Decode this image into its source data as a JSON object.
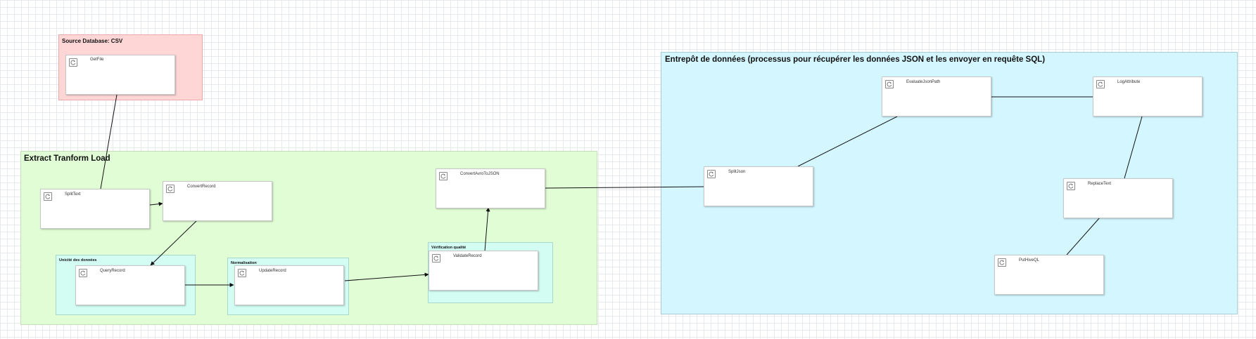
{
  "groups": {
    "source": {
      "label": "Source Database: CSV",
      "color": "#ffd6d6"
    },
    "etl": {
      "label": "Extract Tranform Load",
      "color": "#e1fdd5"
    },
    "unicite": {
      "label": "Unicité des données",
      "color": "#d3fdf3"
    },
    "normalisation": {
      "label": "Normalisation",
      "color": "#d3fdf3"
    },
    "verification": {
      "label": "Vérification qualité",
      "color": "#d3fdf3"
    },
    "entrepot": {
      "label": "Entrepôt de données (processus pour récupérer les données JSON et les envoyer en requête SQL)",
      "color": "#d3f6ff"
    }
  },
  "processors": {
    "getfile": {
      "name": "GetFile",
      "icon": "processor-icon"
    },
    "splittext": {
      "name": "SplitText",
      "icon": "processor-icon"
    },
    "convertrecord": {
      "name": "ConvertRecord",
      "icon": "processor-icon"
    },
    "queryrecord": {
      "name": "QueryRecord",
      "icon": "processor-icon"
    },
    "updaterecord": {
      "name": "UpdateRecord",
      "icon": "processor-icon"
    },
    "validaterecord": {
      "name": "ValidateRecord",
      "icon": "processor-icon"
    },
    "convertavrotojson": {
      "name": "ConvertAvroToJSON",
      "icon": "processor-icon"
    },
    "splitjson": {
      "name": "SplitJson",
      "icon": "processor-icon"
    },
    "evaluatejsonpath": {
      "name": "EvaluateJsonPath",
      "icon": "processor-icon"
    },
    "logattribute": {
      "name": "LogAttribute",
      "icon": "processor-icon"
    },
    "replacetext": {
      "name": "ReplaceText",
      "icon": "processor-icon"
    },
    "puthivesql": {
      "name": "PutHiveQL",
      "icon": "processor-icon"
    }
  },
  "connections": [
    {
      "from": "GetFile",
      "to": "SplitText",
      "arrow": false
    },
    {
      "from": "SplitText",
      "to": "ConvertRecord",
      "arrow": true
    },
    {
      "from": "ConvertRecord",
      "to": "QueryRecord",
      "arrow": true
    },
    {
      "from": "QueryRecord",
      "to": "UpdateRecord",
      "arrow": true
    },
    {
      "from": "UpdateRecord",
      "to": "ValidateRecord",
      "arrow": true
    },
    {
      "from": "ValidateRecord",
      "to": "ConvertAvroToJSON",
      "arrow": true
    },
    {
      "from": "ConvertAvroToJSON",
      "to": "SplitJson",
      "arrow": false
    },
    {
      "from": "SplitJson",
      "to": "EvaluateJsonPath",
      "arrow": false
    },
    {
      "from": "EvaluateJsonPath",
      "to": "LogAttribute",
      "arrow": false
    },
    {
      "from": "LogAttribute",
      "to": "ReplaceText",
      "arrow": false
    },
    {
      "from": "ReplaceText",
      "to": "PutHiveQL",
      "arrow": false
    }
  ]
}
